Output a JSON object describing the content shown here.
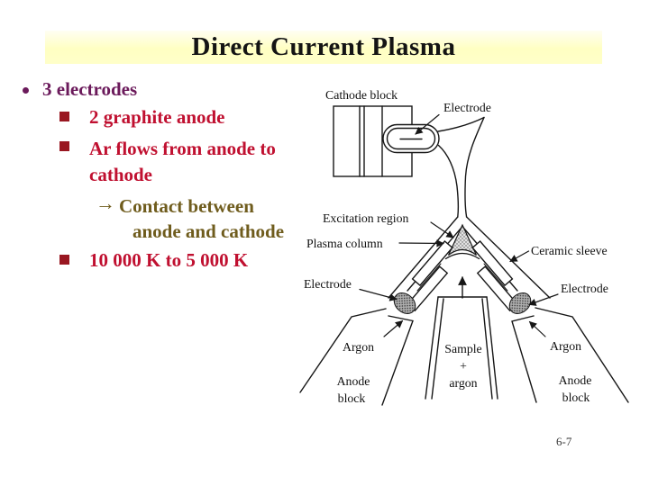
{
  "slide": {
    "title": "Direct Current Plasma",
    "page_number": "6-7"
  },
  "colors": {
    "banner_yellow": "#ffffc8",
    "title_text": "#141414",
    "level1_text": "#6b1a5b",
    "level2_text": "#c01030",
    "level2_bullet": "#991721",
    "level3_text": "#6f5c1d",
    "diagram_ink": "#161616"
  },
  "bullets": {
    "arrow_char": "→",
    "items": [
      {
        "level": 1,
        "bullet": "round-dot",
        "text": "3 electrodes"
      },
      {
        "level": 2,
        "bullet": "filled-square",
        "text": "2 graphite anode"
      },
      {
        "level": 2,
        "bullet": "filled-square",
        "lines": [
          "Ar flows from anode to",
          "cathode"
        ]
      },
      {
        "level": 3,
        "bullet": "right-arrow",
        "lines": [
          "Contact between",
          "anode and cathode"
        ]
      },
      {
        "level": 2,
        "bullet": "filled-square",
        "text": "10 000 K to 5 000 K"
      }
    ]
  },
  "diagram": {
    "labels": {
      "cathode_block": "Cathode block",
      "electrode_top": "Electrode",
      "excitation_region": "Excitation region",
      "plasma_column": "Plasma column",
      "ceramic_sleeve": "Ceramic sleeve",
      "electrode_left": "Electrode",
      "electrode_right": "Electrode",
      "argon_left": "Argon",
      "argon_right": "Argon",
      "sample_line1": "Sample",
      "sample_line2": "+",
      "sample_line3": "argon",
      "anode_left_line1": "Anode",
      "anode_left_line2": "block",
      "anode_right_line1": "Anode",
      "anode_right_line2": "block"
    }
  }
}
